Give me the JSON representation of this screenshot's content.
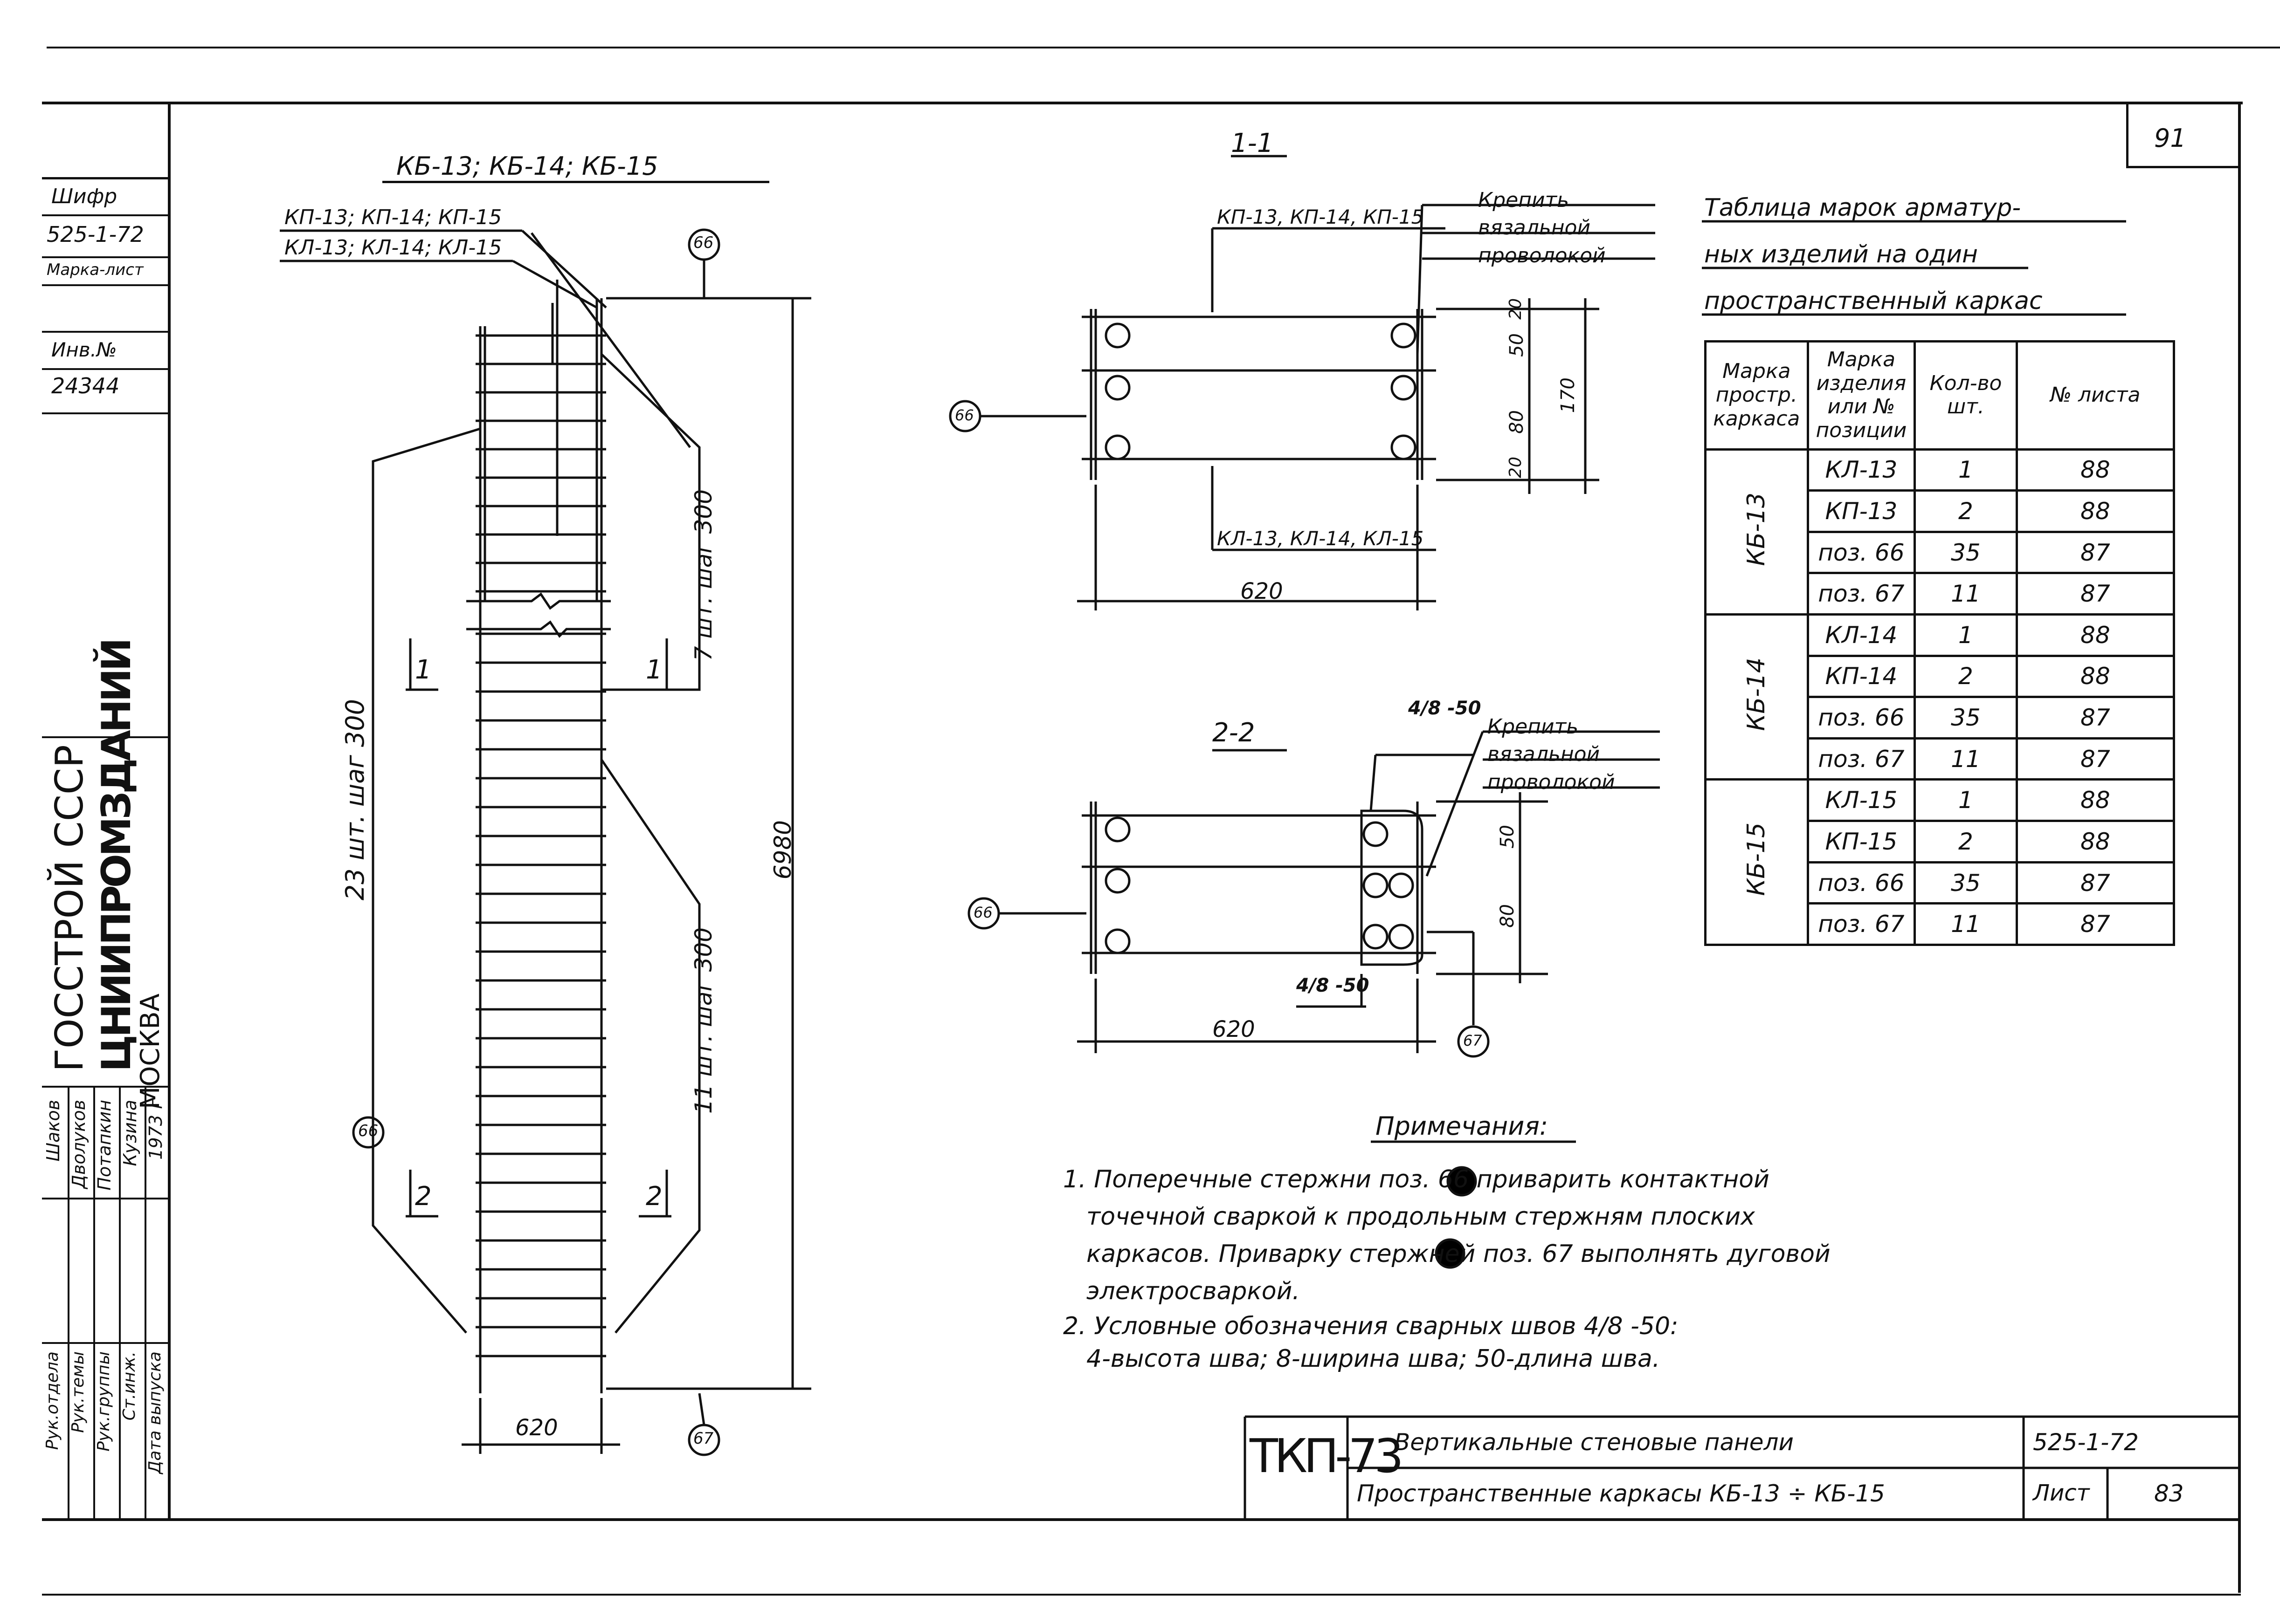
{
  "sheet_number_top": "91",
  "side_block": {
    "cipher_label": "Шифр",
    "cipher_value": "525-1-72",
    "mark_sheet_label": "Марка-лист",
    "inv_label": "Инв.№",
    "inv_value": "24344",
    "org_line1": "ГОССТРОЙ СССР",
    "org_line2": "ЦНИИПРОМЗДАНИЙ",
    "org_line3": "МОСКВА",
    "roles": [
      "Рук.отдела",
      "Рук.темы",
      "Рук.группы",
      "Ст.инж.",
      "Дата выпуска"
    ],
    "names": [
      "Шаков",
      "Дволуков",
      "Потапкин",
      "Кузина",
      "1973 г"
    ]
  },
  "drawing_left": {
    "title": "КБ-13; КБ-14; КБ-15",
    "labels": [
      "КП-13; КП-14; КП-15",
      "КЛ-13; КЛ-14; КЛ-15"
    ],
    "pos_top": "66",
    "pos_mid": "66",
    "pos_bottom": "67",
    "dim_left": "23 шт. шаг 300",
    "dim_right_upper": "7 шт. шаг 300",
    "dim_right_lower": "11 шт. шаг 300",
    "dim_total": "6980",
    "dim_width": "620",
    "cut1_left": "1",
    "cut1_right": "1",
    "cut2_left": "2",
    "cut2_right": "2"
  },
  "section_1": {
    "title": "1-1",
    "label_top": "КП-13, КП-14, КП-15",
    "label_bottom": "КЛ-13, КЛ-14, КЛ-15",
    "note": "Крепить вязальной проволокой",
    "pos": "66",
    "dims": [
      "20",
      "50",
      "80",
      "20"
    ],
    "dim_total": "170",
    "dim_width": "620"
  },
  "section_2": {
    "title": "2-2",
    "weld_top": "4/8 -50",
    "weld_bottom": "4/8 -50",
    "note": "Крепить вязальной проволокой",
    "pos_left": "66",
    "pos_right": "67",
    "dims": [
      "50",
      "80"
    ],
    "dim_width": "620"
  },
  "marks_table": {
    "title_lines": [
      "Таблица марок арматур-",
      "ных изделий на один",
      "пространственный каркас"
    ],
    "headers": [
      "Марка простр. каркаса",
      "Марка изделия или № позиции",
      "Кол-во шт.",
      "№ листа"
    ],
    "groups": [
      {
        "frame": "КБ-13",
        "rows": [
          [
            "КЛ-13",
            "1",
            "88"
          ],
          [
            "КП-13",
            "2",
            "88"
          ],
          [
            "поз. 66",
            "35",
            "87"
          ],
          [
            "поз. 67",
            "11",
            "87"
          ]
        ]
      },
      {
        "frame": "КБ-14",
        "rows": [
          [
            "КЛ-14",
            "1",
            "88"
          ],
          [
            "КП-14",
            "2",
            "88"
          ],
          [
            "поз. 66",
            "35",
            "87"
          ],
          [
            "поз. 67",
            "11",
            "87"
          ]
        ]
      },
      {
        "frame": "КБ-15",
        "rows": [
          [
            "КЛ-15",
            "1",
            "88"
          ],
          [
            "КП-15",
            "2",
            "88"
          ],
          [
            "поз. 66",
            "35",
            "87"
          ],
          [
            "поз. 67",
            "11",
            "87"
          ]
        ]
      }
    ]
  },
  "notes": {
    "title": "Примечания:",
    "lines": [
      "1. Поперечные стержни поз. 66 приварить контактной",
      "точечной сваркой к продольным стержням плоских",
      "каркасов. Приварку стержней поз. 67 выполнять дуговой",
      "электросваркой.",
      "2. Условные обозначения сварных швов 4/8 -50:",
      "4-высота шва; 8-ширина шва; 50-длина шва."
    ]
  },
  "stamp": {
    "code": "ТКП-73",
    "line1": "Вертикальные стеновые панели",
    "line2": "Пространственные каркасы КБ-13 ÷ КБ-15",
    "series": "525-1-72",
    "sheet_label": "Лист",
    "sheet_value": "83"
  }
}
